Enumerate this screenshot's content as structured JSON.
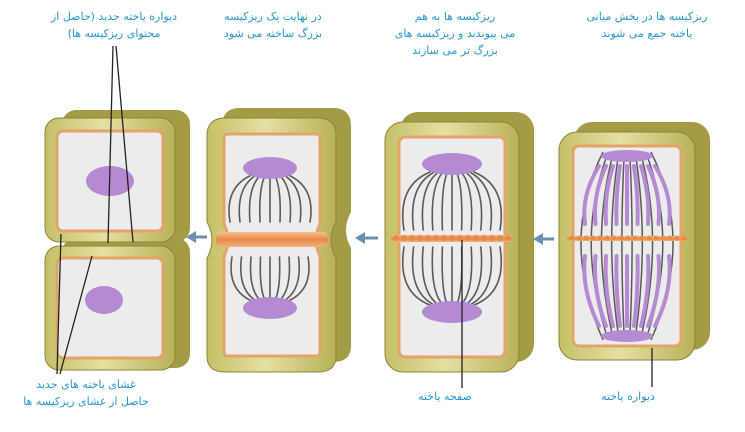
{
  "labels": {
    "new_cell_wall": [
      "دیواره یاخته جدید (حاصل از",
      "محتوای ریزکیسه ها)"
    ],
    "one_large_vesicle": [
      "در نهایت یک ریزکیسه",
      "بزرگ ساخته می شود"
    ],
    "vesicles_merge": [
      "ریزکیسه ها به هم",
      "می پیوندند و ریزکیسه های",
      "بزرگ تر می سازند"
    ],
    "vesicles_gather": [
      "ریزکیسه ها در بخش میانی",
      "یاخته جمع می شوند"
    ],
    "new_cell_membranes": [
      "غشای یاخته های جدید",
      "حاصل از غشای ریزکیسه ها"
    ],
    "cell_plate": "صفحه یاخته",
    "cell_wall": "دیواره یاخته"
  },
  "colors": {
    "label": "#2596d1",
    "wall": "#d3cd7c",
    "wall_dark": "#a39b45",
    "membrane": "#e3a46c",
    "cytoplasm": "#ececec",
    "nucleus": "#b48bd2",
    "spindle_fiber": "#5a5a5a",
    "cell_plate": "#e58a47",
    "arrow": "#6d8fb0"
  }
}
